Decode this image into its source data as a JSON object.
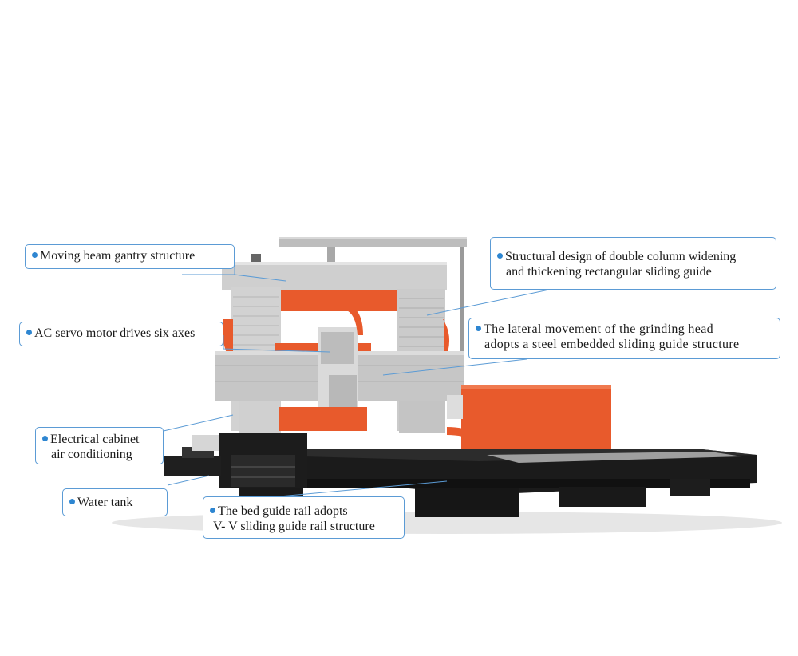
{
  "colors": {
    "accent": "#e85a2c",
    "callout_border": "#5b9bd5",
    "bullet": "#2e86d1",
    "gray": "#c9c9c9",
    "black": "#141414"
  },
  "callouts": {
    "gantry": "Moving beam gantry structure",
    "column_line1": "Structural design of double column widening",
    "column_line2": "and thickening rectangular sliding guide",
    "servo": "AC servo motor drives six axes",
    "lateral_line1": "The lateral movement of the grinding head",
    "lateral_line2": "adopts a steel embedded sliding guide structure",
    "cabinet_line1": "Electrical cabinet",
    "cabinet_line2": "air conditioning",
    "water": "Water tank",
    "bed_line1": "The bed guide rail adopts",
    "bed_line2": "V- V sliding guide rail structure"
  }
}
